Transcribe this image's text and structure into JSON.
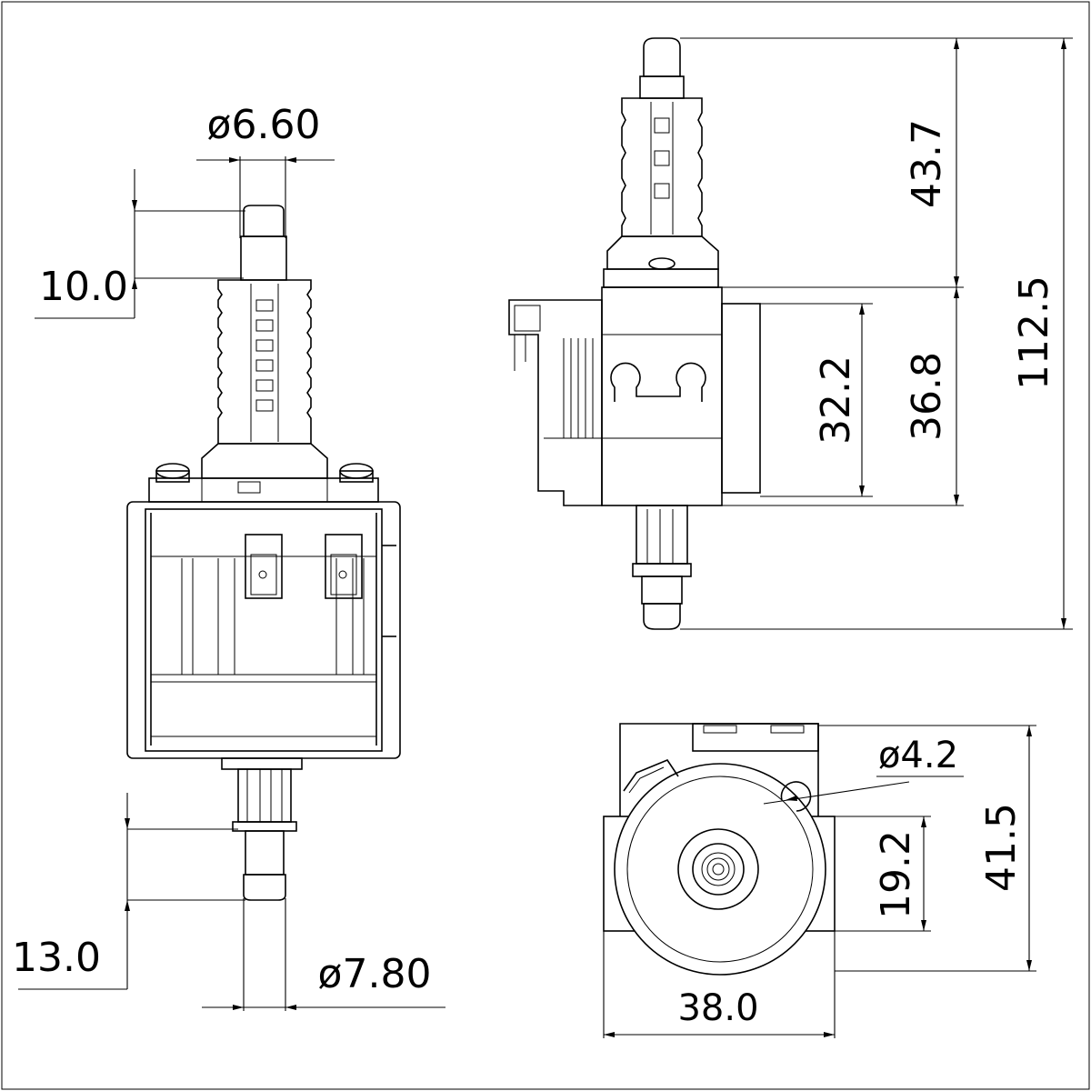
{
  "dimensions": {
    "inlet_diameter": "ø6.60",
    "inlet_barb_length": "10.0",
    "outlet_barb_length": "13.0",
    "outlet_diameter": "ø7.80",
    "inlet_length": "43.7",
    "total_length": "112.5",
    "body_height_inner": "32.2",
    "body_height": "36.8",
    "mount_hole": "ø4.2",
    "body_depth": "41.5",
    "outlet_center_height": "19.2",
    "body_width": "38.0"
  }
}
